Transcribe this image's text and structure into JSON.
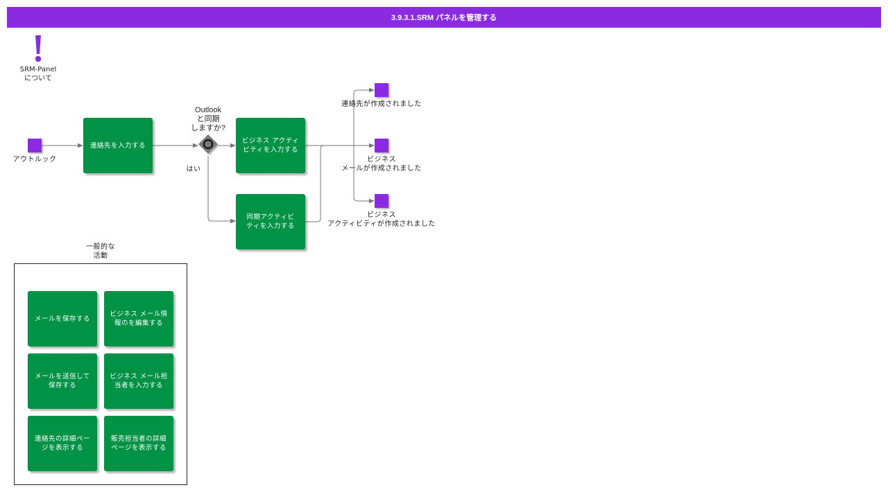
{
  "page": {
    "title": "3.9.3.1.SRM パネルを管理する"
  },
  "colors": {
    "banner": "#8a2be2",
    "event": "#8a2be2",
    "task": "#009245",
    "gateway": "#7a7a7a",
    "edge": "#777777"
  },
  "info": {
    "icon": "exclamation-icon",
    "label": "SRM-Panel\nについて"
  },
  "flow": {
    "start_event": "アウトルック",
    "gateway_question": "Outlook\nと同期\nしますか?",
    "gateway_branch": "はい",
    "tasks": {
      "enter_contact": "連絡先を入力する",
      "enter_business_activity": "ビジネス アクティ\nビティを入力する",
      "enter_sync_activity": "同期アクティビ\nティを入力する"
    },
    "end_events": {
      "contact_created": "連絡先が作成されました",
      "business_mail_created": "ビジネス\nメールが作成されました",
      "business_activity_created": "ビジネス\nアクティビティが作成されました"
    }
  },
  "common_activities": {
    "title": "一般的な\n活動",
    "items": [
      "メールを保存する",
      "ビジネス メール情\n報のを編集する",
      "メールを送信して\n保存する",
      "ビジネス メール担\n当者を入力する",
      "連絡先の詳細ペー\nジを表示する",
      "販売担当者の詳細\nページを表示する"
    ]
  }
}
